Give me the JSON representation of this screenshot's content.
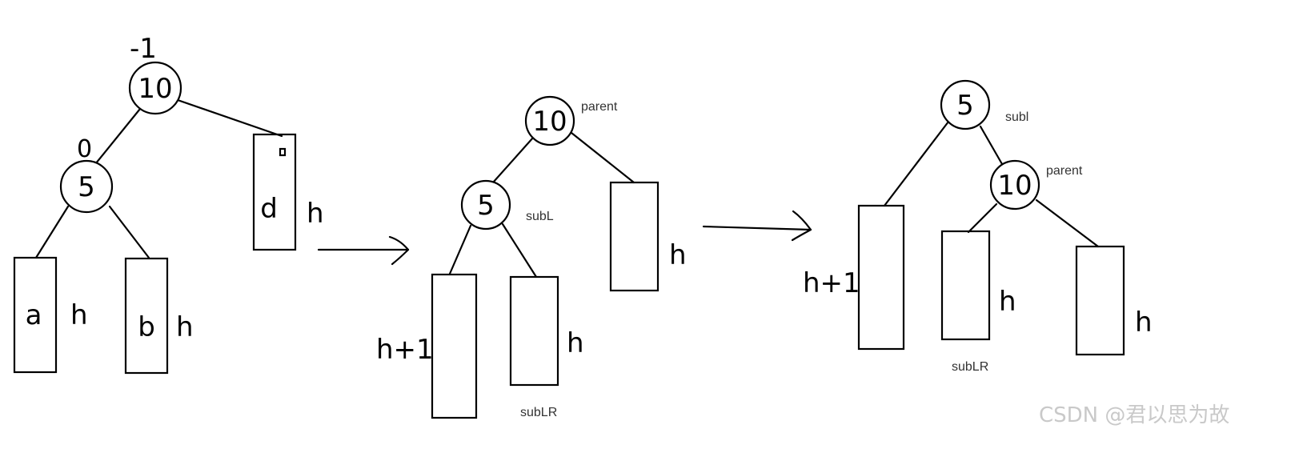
{
  "left_tree": {
    "balance_root": "-1",
    "balance_left": "0",
    "root_value": "10",
    "left_value": "5",
    "subtree_a": "a",
    "subtree_b": "b",
    "subtree_d": "d",
    "height_a": "h",
    "height_b": "h",
    "height_d": "h"
  },
  "middle_tree": {
    "root_value": "10",
    "root_label": "parent",
    "left_value": "5",
    "left_label": "subL",
    "leftleft_height": "h+1",
    "leftright_height": "h",
    "leftright_label": "subLR",
    "right_height": "h"
  },
  "right_tree": {
    "root_value": "5",
    "root_label": "subl",
    "right_value": "10",
    "right_label": "parent",
    "left_height": "h+1",
    "mid_height": "h",
    "mid_label": "subLR",
    "far_height": "h"
  },
  "watermark": "CSDN @君以思为故"
}
